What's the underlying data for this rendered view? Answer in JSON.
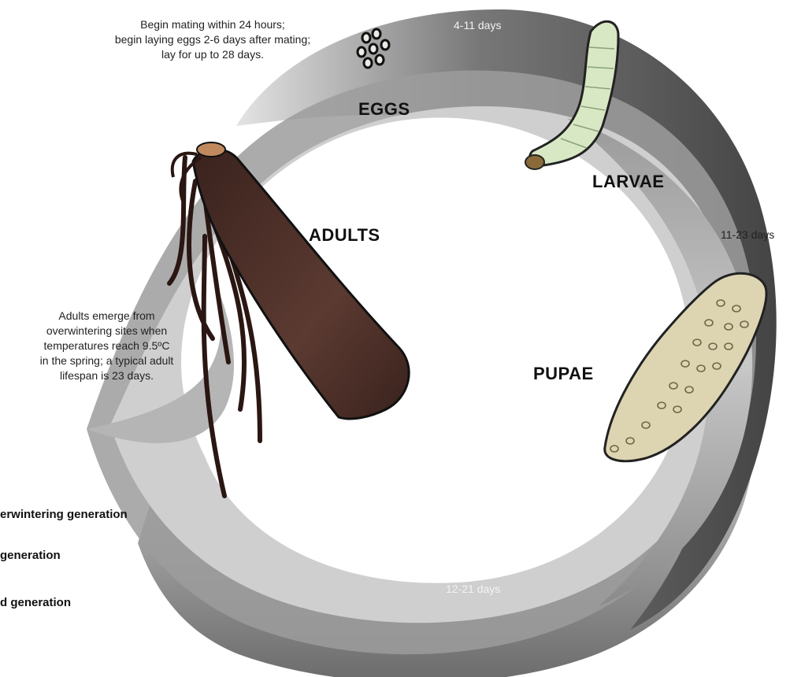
{
  "stages": {
    "eggs": "EGGS",
    "larvae": "LARVAE",
    "pupae": "PUPAE",
    "adults": "ADULTS"
  },
  "durations": {
    "eggs": "4-11 days",
    "larvae": "11-23 days",
    "pupae": "12-21 days"
  },
  "notes": {
    "mating": [
      "Begin mating within 24 hours;",
      "begin laying eggs 2-6 days after mating;",
      "lay for up to 28 days."
    ],
    "emergence": [
      "Adults emerge from",
      "overwintering sites when",
      "temperatures reach 9.5ºC",
      "in the spring; a typical adult",
      "lifespan is 23 days."
    ]
  },
  "legend": [
    "erwintering generation",
    " generation",
    "d  generation"
  ],
  "colors": {
    "band_dark": "#555555",
    "band_mid": "#999999",
    "band_light": "#d6d6d6",
    "moth": "#4a2c26",
    "larva": "#d8e8c4",
    "pupa": "#ddd4b2",
    "eggs": "#e8ece4"
  },
  "icons": [
    "egg-cluster-icon",
    "larva-icon",
    "pupa-icon",
    "adult-moth-icon"
  ]
}
